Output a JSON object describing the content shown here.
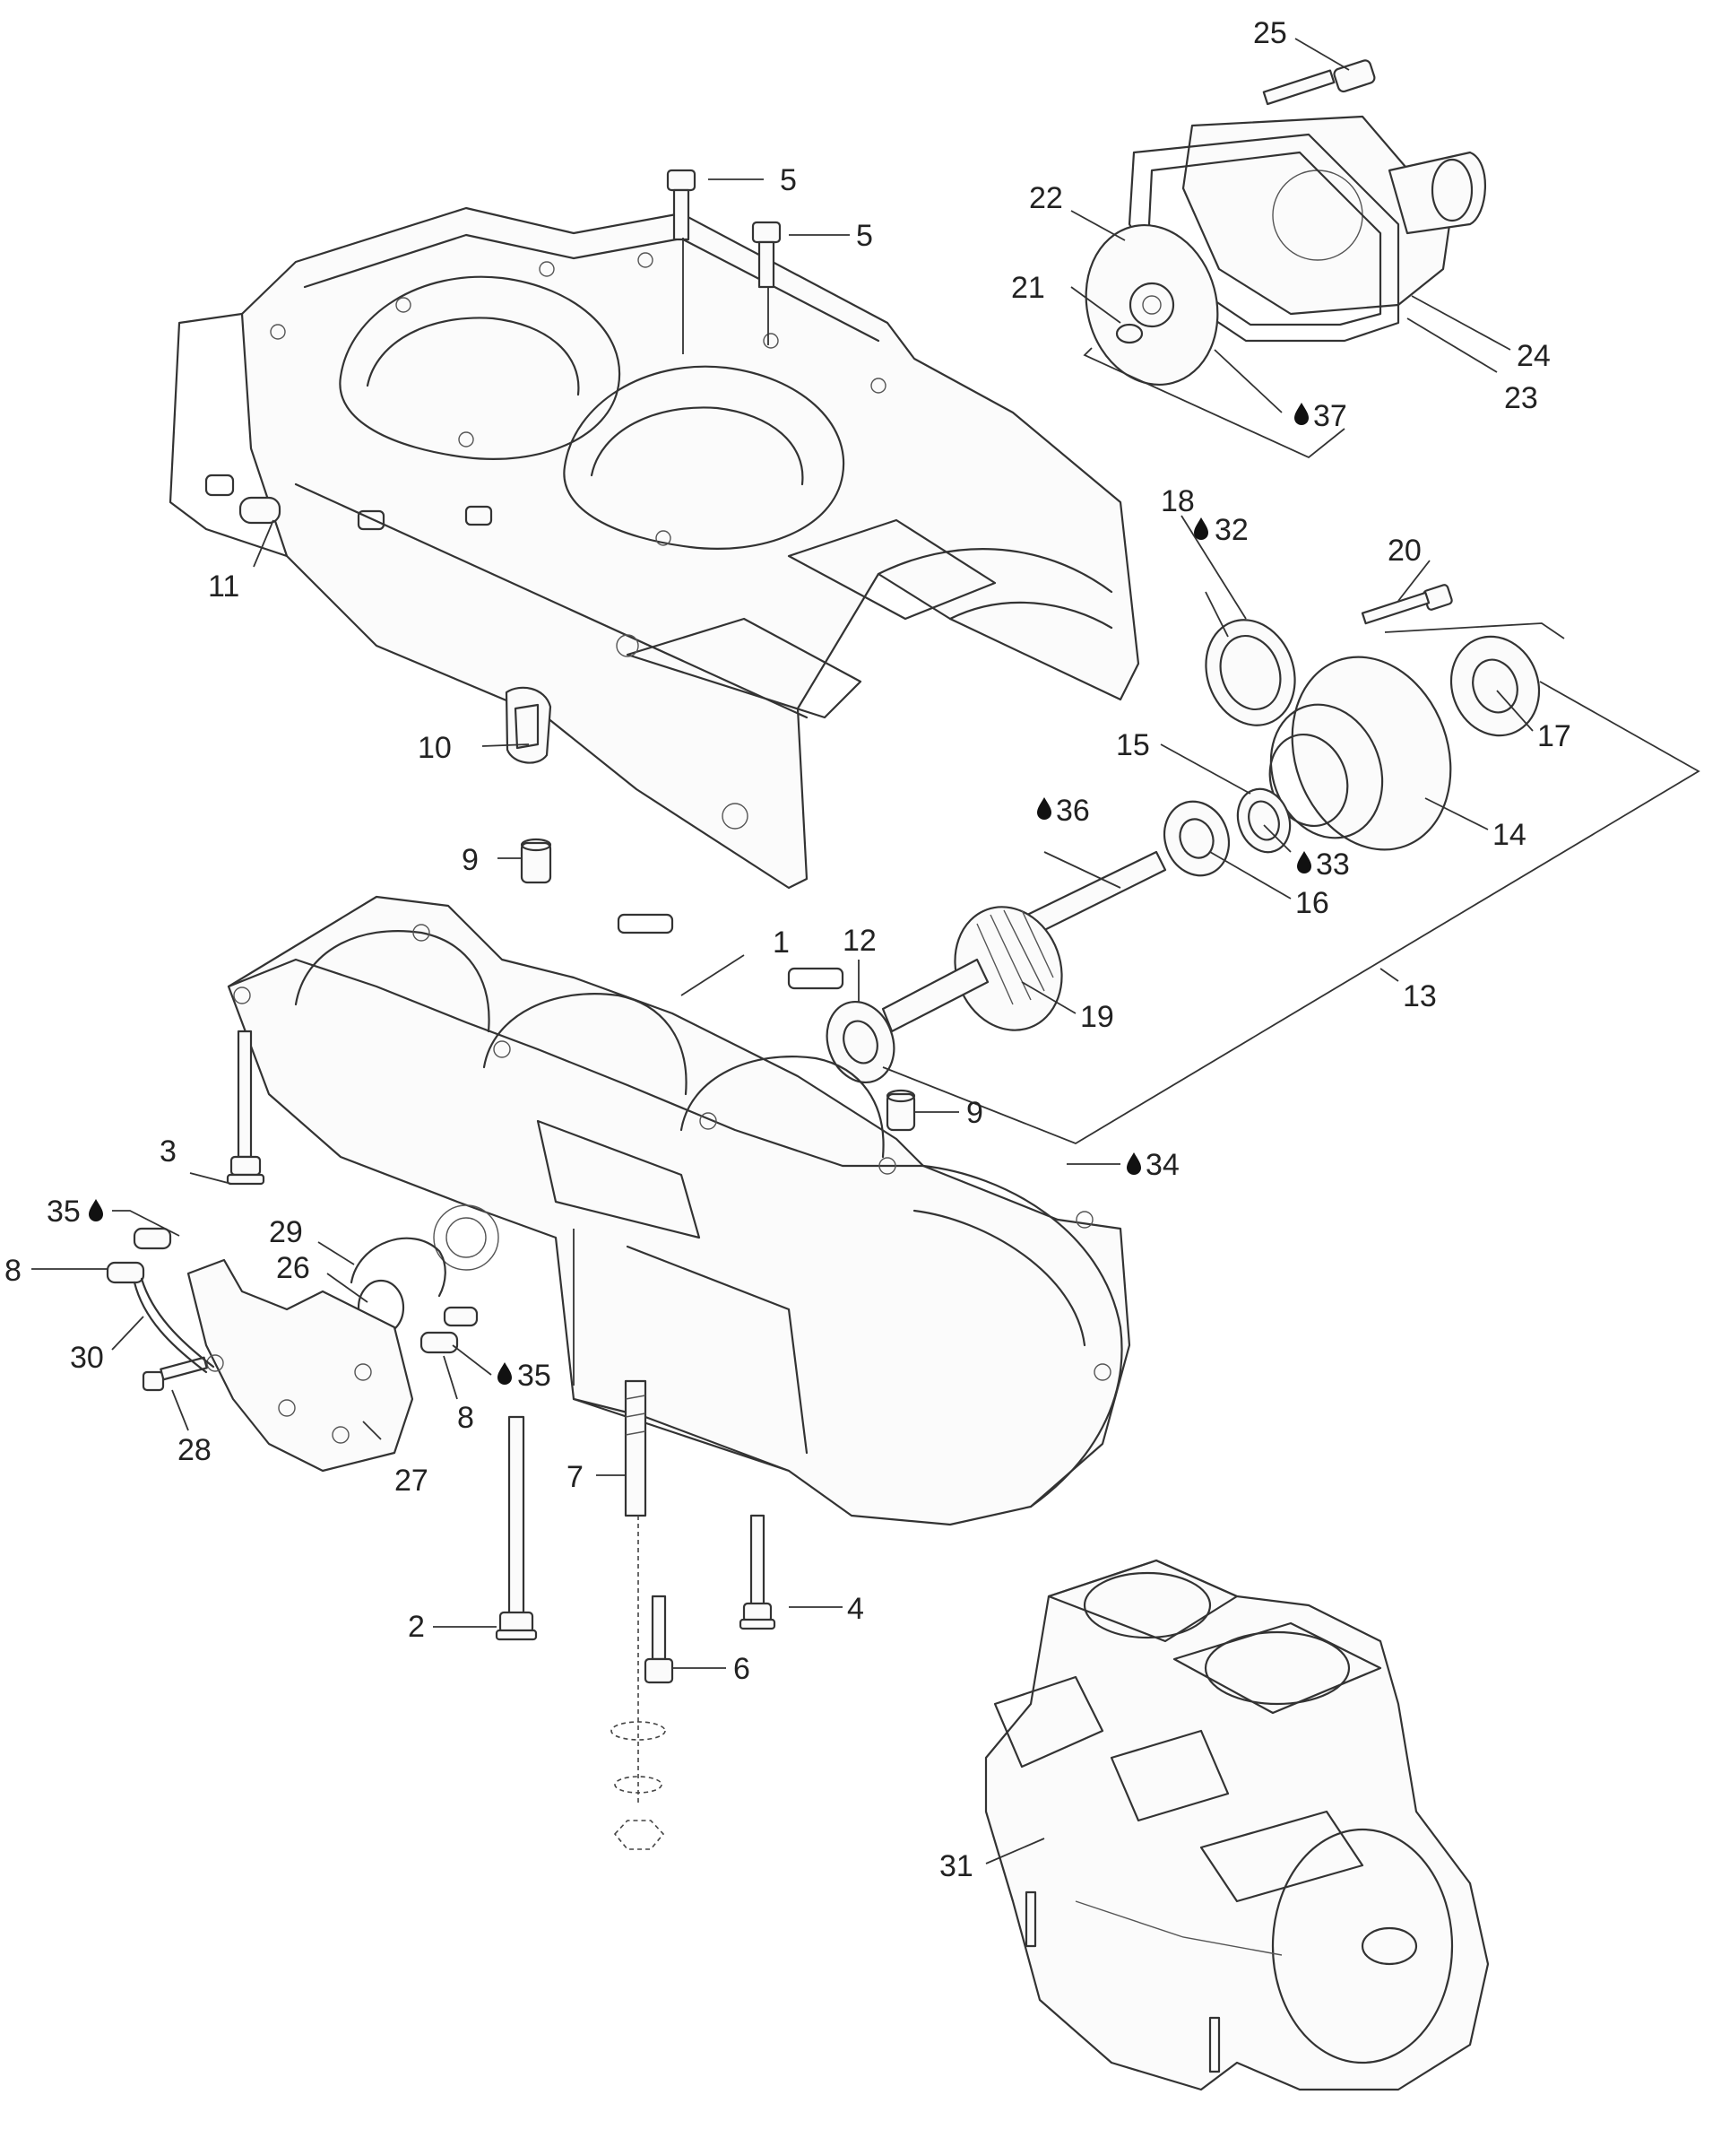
{
  "callouts": [
    {
      "id": "c25",
      "text": "25"
    },
    {
      "id": "c5a",
      "text": "5"
    },
    {
      "id": "c5b",
      "text": "5"
    },
    {
      "id": "c22",
      "text": "22"
    },
    {
      "id": "c21",
      "text": "21"
    },
    {
      "id": "c24",
      "text": "24"
    },
    {
      "id": "c23",
      "text": "23"
    },
    {
      "id": "c37",
      "text": "37"
    },
    {
      "id": "c18",
      "text": "18"
    },
    {
      "id": "c32",
      "text": "32"
    },
    {
      "id": "c20",
      "text": "20"
    },
    {
      "id": "c11",
      "text": "11"
    },
    {
      "id": "c10",
      "text": "10"
    },
    {
      "id": "c15",
      "text": "15"
    },
    {
      "id": "c17",
      "text": "17"
    },
    {
      "id": "c36",
      "text": "36"
    },
    {
      "id": "c14",
      "text": "14"
    },
    {
      "id": "c33",
      "text": "33"
    },
    {
      "id": "c9a",
      "text": "9"
    },
    {
      "id": "c16",
      "text": "16"
    },
    {
      "id": "c1",
      "text": "1"
    },
    {
      "id": "c12",
      "text": "12"
    },
    {
      "id": "c13",
      "text": "13"
    },
    {
      "id": "c19",
      "text": "19"
    },
    {
      "id": "c9b",
      "text": "9"
    },
    {
      "id": "c3",
      "text": "3"
    },
    {
      "id": "c34",
      "text": "34"
    },
    {
      "id": "c35a",
      "text": "35"
    },
    {
      "id": "c29",
      "text": "29"
    },
    {
      "id": "c8a",
      "text": "8"
    },
    {
      "id": "c26",
      "text": "26"
    },
    {
      "id": "c30",
      "text": "30"
    },
    {
      "id": "c35b",
      "text": "35"
    },
    {
      "id": "c8b",
      "text": "8"
    },
    {
      "id": "c28",
      "text": "28"
    },
    {
      "id": "c27",
      "text": "27"
    },
    {
      "id": "c7",
      "text": "7"
    },
    {
      "id": "c4",
      "text": "4"
    },
    {
      "id": "c2",
      "text": "2"
    },
    {
      "id": "c6",
      "text": "6"
    },
    {
      "id": "c31",
      "text": "31"
    }
  ],
  "icons": {
    "lubricant": "oil-drop-icon"
  }
}
